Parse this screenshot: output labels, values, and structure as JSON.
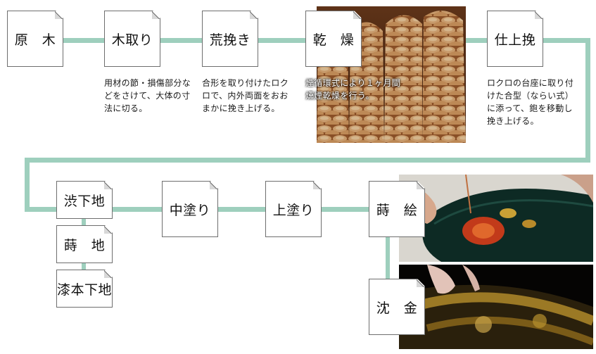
{
  "steps": [
    {
      "id": "genboku",
      "label": "原　木"
    },
    {
      "id": "kidori",
      "label": "木取り"
    },
    {
      "id": "arabiki",
      "label": "荒挽き"
    },
    {
      "id": "kansou",
      "label": "乾　燥"
    },
    {
      "id": "shiagebiki",
      "label": "仕上挽"
    },
    {
      "id": "shibushitaji",
      "label": "渋下地"
    },
    {
      "id": "makiji",
      "label": "蒔　地"
    },
    {
      "id": "urushimotoshitaji",
      "label": "漆本下地"
    },
    {
      "id": "nakanuri",
      "label": "中塗り"
    },
    {
      "id": "uwanuri",
      "label": "上塗り"
    },
    {
      "id": "makie",
      "label": "蒔　絵"
    },
    {
      "id": "chinkin",
      "label": "沈　金"
    }
  ],
  "descriptions": {
    "kidori": "用材の節・損傷部分などをさけて、大体の寸法に切る。",
    "arabiki": "合形を取り付けたロクロで、内外両面をおおまかに挽き上げる。",
    "kansou": "煙循環式により１ヶ月間燻煙乾燥を行う。",
    "shiagebiki": "ロクロの台座に取り付けた合型（ならい式）に添って、鉋を移動し挽き上げる。"
  },
  "colors": {
    "connector": "#9ecfbd",
    "box_border": "#6e6e6e",
    "box_fill": "#ffffff"
  }
}
